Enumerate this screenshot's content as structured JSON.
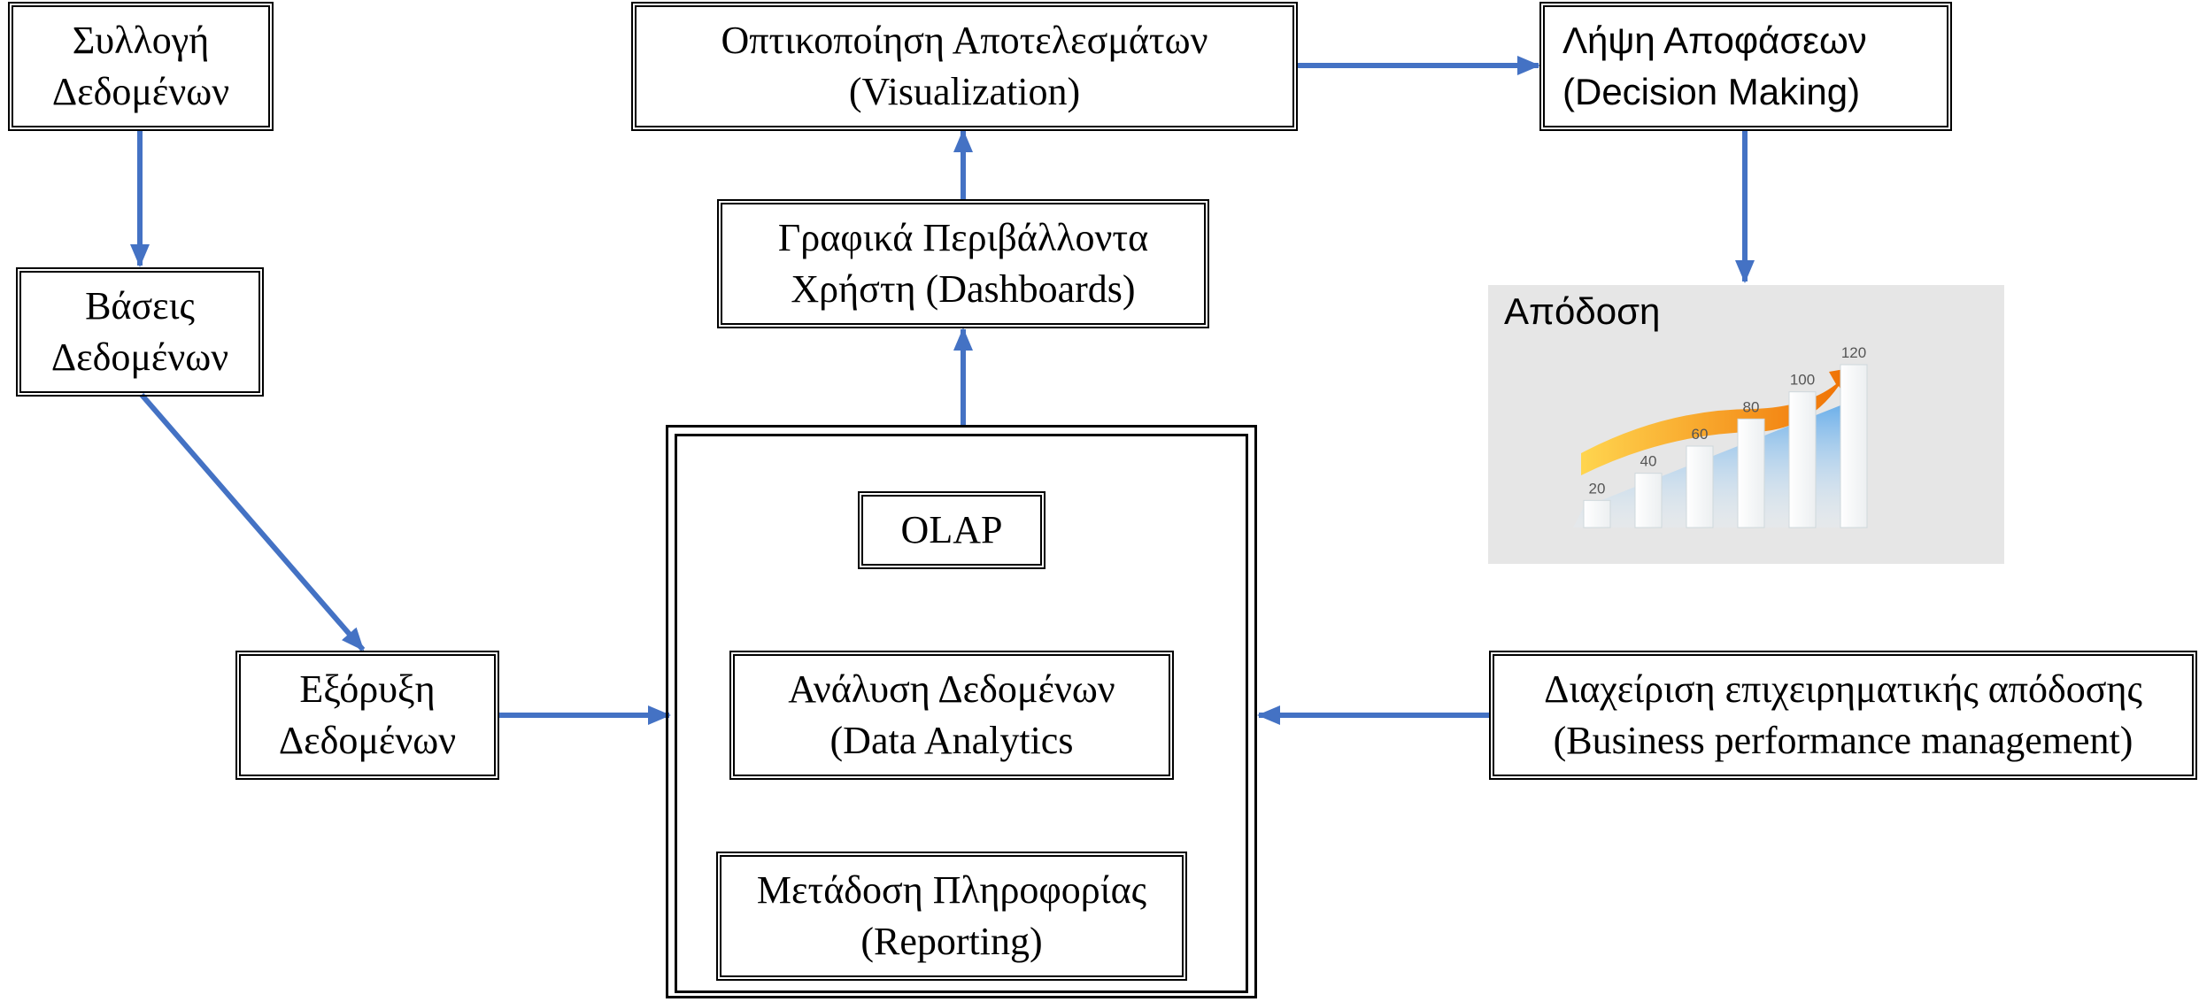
{
  "colors": {
    "arrow": "#4472c4",
    "box_border": "#000000",
    "panel_bg": "#e6e6e6",
    "trend_arrow": "#f39c12",
    "bars_fill": "#2196f3"
  },
  "nodes": {
    "data_collection": [
      "Συλλογή",
      "Δεδομένων"
    ],
    "databases": [
      "Βάσεις",
      "Δεδομένων"
    ],
    "data_mining": [
      "Εξόρυξη",
      "Δεδομένων"
    ],
    "visualization": [
      "Οπτικοποίηση Αποτελεσμάτων",
      "(Visualization)"
    ],
    "dashboards": [
      "Γραφικά Περιβάλλοντα",
      "Χρήστη (Dashboards)"
    ],
    "decision_making": [
      "Λήψη Αποφάσεων",
      "(Decision Making)"
    ],
    "olap": [
      "OLAP"
    ],
    "data_analytics": [
      "Ανάλυση Δεδομένων",
      "(Data Analytics"
    ],
    "reporting": [
      "Μετάδοση Πληροφορίας",
      "(Reporting)"
    ],
    "bpm": [
      "Διαχείριση επιχειρηματικής απόδοσης",
      "(Business performance management)"
    ]
  },
  "performance": {
    "title": "Απόδοση",
    "icon": "rising-bar-chart-with-trend-arrow",
    "bar_labels": [
      "20",
      "40",
      "60",
      "80",
      "100",
      "120"
    ],
    "bar_values": [
      20,
      40,
      60,
      80,
      100,
      120
    ]
  }
}
